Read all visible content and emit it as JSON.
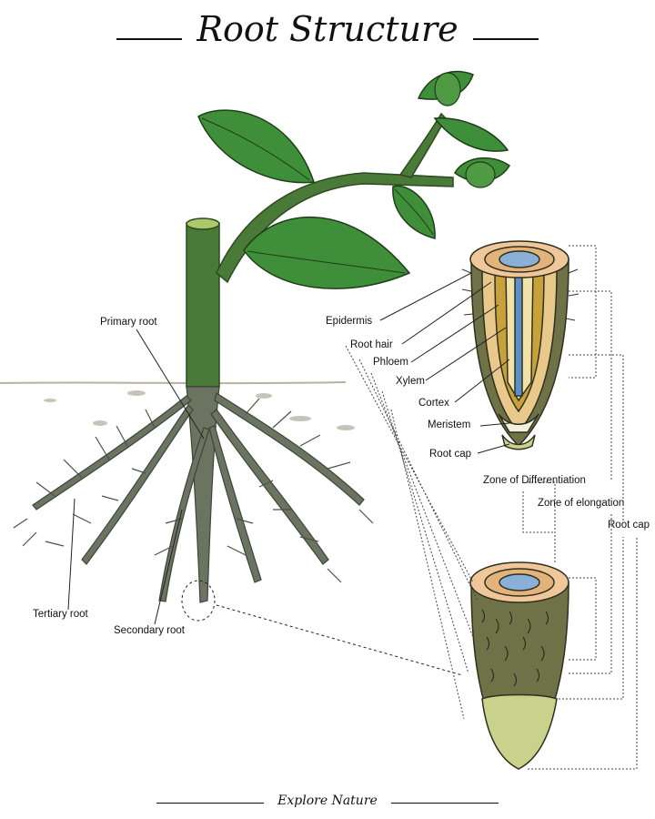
{
  "title": "Root Structure",
  "footer": "Explore Nature",
  "plant_labels": {
    "primary_root": "Primary root",
    "secondary_root": "Secondary root",
    "tertiary_root": "Tertiary root"
  },
  "tip_labels": {
    "epidermis": "Epidermis",
    "root_hair": "Root hair",
    "phloem": "Phloem",
    "xylem": "Xylem",
    "cortex": "Cortex",
    "meristem": "Meristem",
    "root_cap": "Root cap"
  },
  "zone_labels": {
    "differentiation": "Zone of Differentiation",
    "elongation": "Zone of elongation",
    "root_cap": "Root cap"
  },
  "colors": {
    "leaf": "#3f8f3a",
    "stem": "#4a7a37",
    "root": "#6b7361",
    "soil_line": "#b9b1a0",
    "root_tip_outer": "#6f7146",
    "cortex": "#e9c88c",
    "xylem": "#5d8fc9",
    "phloem": "#c9a13a",
    "cap": "#c9d28a"
  }
}
